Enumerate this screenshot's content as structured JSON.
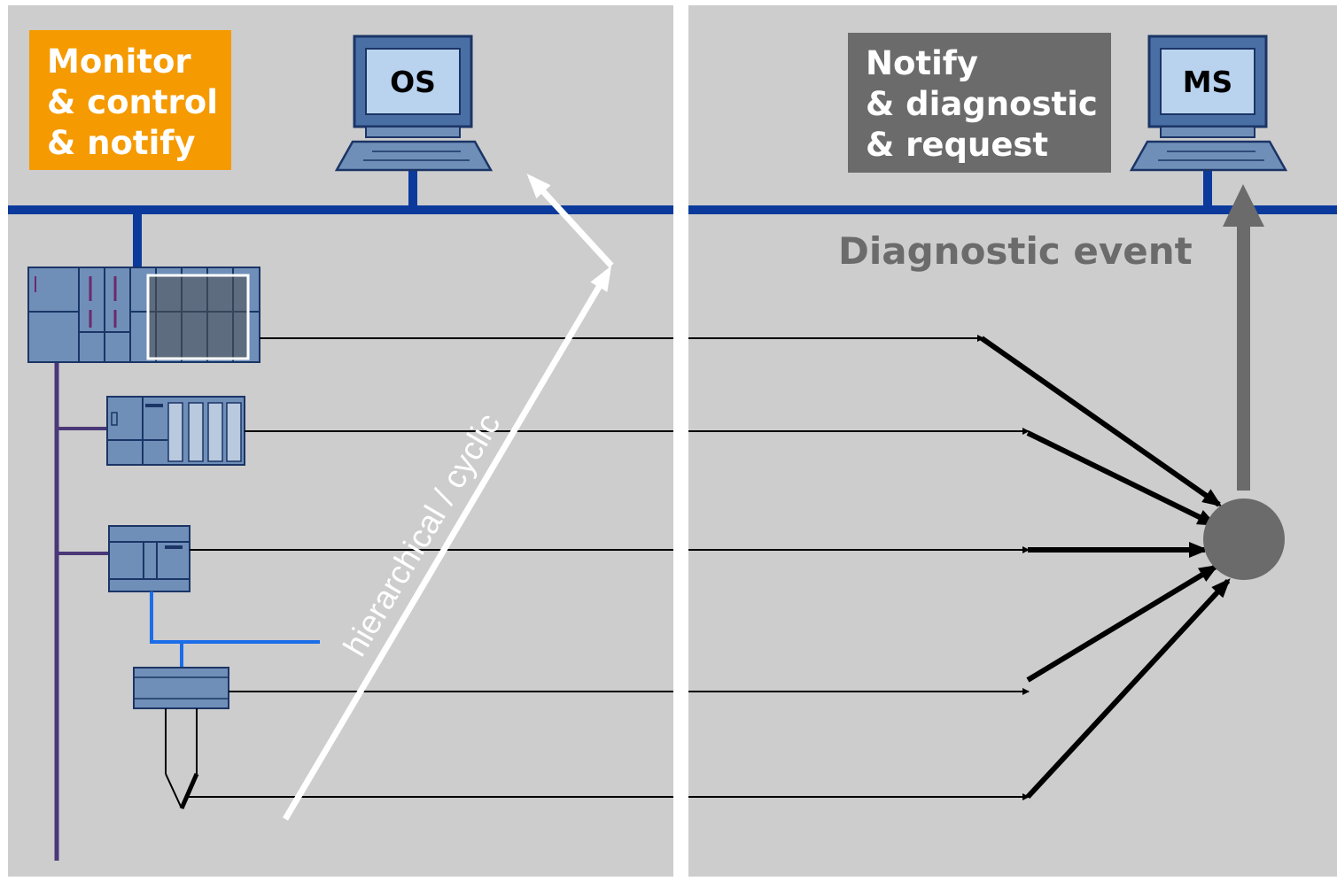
{
  "colors": {
    "panel_bg": "#cdcdcd",
    "bus_blue": "#0b3a9c",
    "device_blue": "#6f8fb8",
    "orange": "#f59a00",
    "dark_gray": "#6b6b6b",
    "purple": "#4a3878",
    "bright_blue": "#1c6de8"
  },
  "left_panel": {
    "label_line1": "Monitor",
    "label_line2": "& control",
    "label_line3": "& notify",
    "pc_label": "OS",
    "arrow_label": "hierarchical / cyclic"
  },
  "right_panel": {
    "label_line1": "Notify",
    "label_line2": "& diagnostic",
    "label_line3": "& request",
    "pc_label": "MS",
    "event_label": "Diagnostic event"
  },
  "icons": {
    "os_computer": "computer-icon",
    "ms_computer": "computer-icon",
    "controller": "plc-rack-icon",
    "event_node": "event-node-icon"
  }
}
